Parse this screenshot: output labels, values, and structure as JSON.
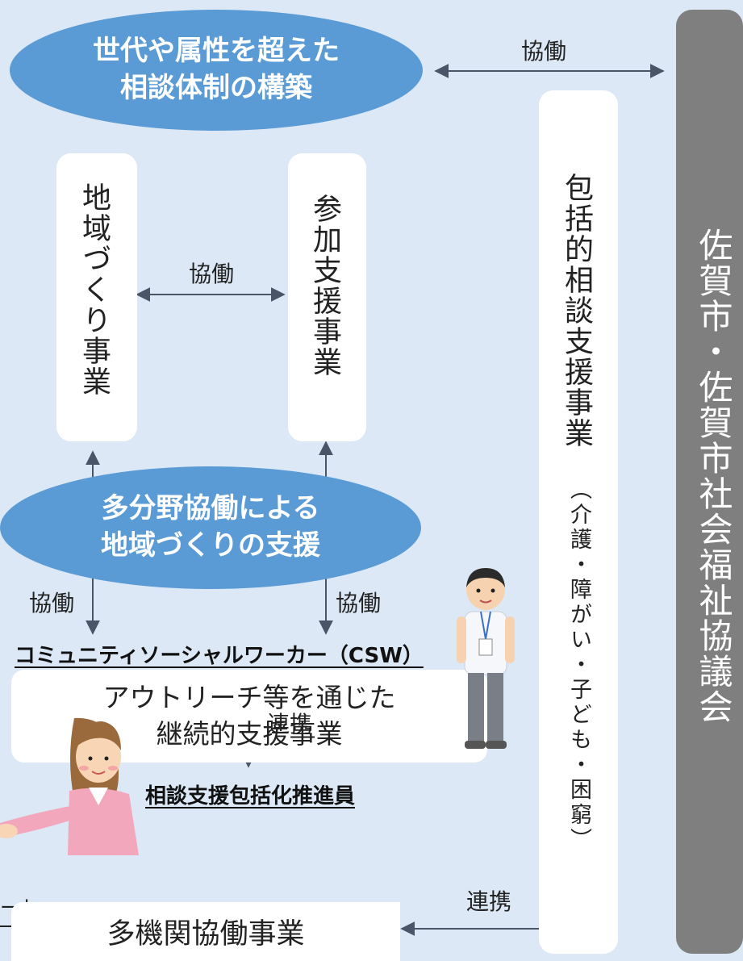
{
  "top_ellipse": {
    "line1": "世代や属性を超えた",
    "line2": "相談体制の構築"
  },
  "mid_ellipse": {
    "line1": "多分野協働による",
    "line2": "地域づくりの支援"
  },
  "box_chiiki": "地域づくり事業",
  "box_sanka": "参加支援事業",
  "box_houkatsu": "包括的相談支援事業",
  "box_houkatsu_sub": "︵介護・障がい・子ども・困窮︶",
  "side_band": "佐賀市・佐賀市社会福祉協議会",
  "csw_title": "コミュニティソーシャルワーカー（CSW）",
  "csw_box": {
    "line1": "アウトリーチ等を通じた",
    "line2": "継続的支援事業"
  },
  "promoter_title": "相談支援包括化推進員",
  "multi_box": "多機関協働事業",
  "labels": {
    "kyodo_top": "協働",
    "kyodo_mid": "協働",
    "kyodo_left": "協働",
    "kyodo_right": "協働",
    "renkei_mid": "連携",
    "renkei_bottom": "連携",
    "cutoff_text": "ート"
  },
  "colors": {
    "background": "#dce8f5",
    "ellipse": "#5b9bd5",
    "side_band": "#7f7f7f",
    "arrow": "#4a5568"
  }
}
